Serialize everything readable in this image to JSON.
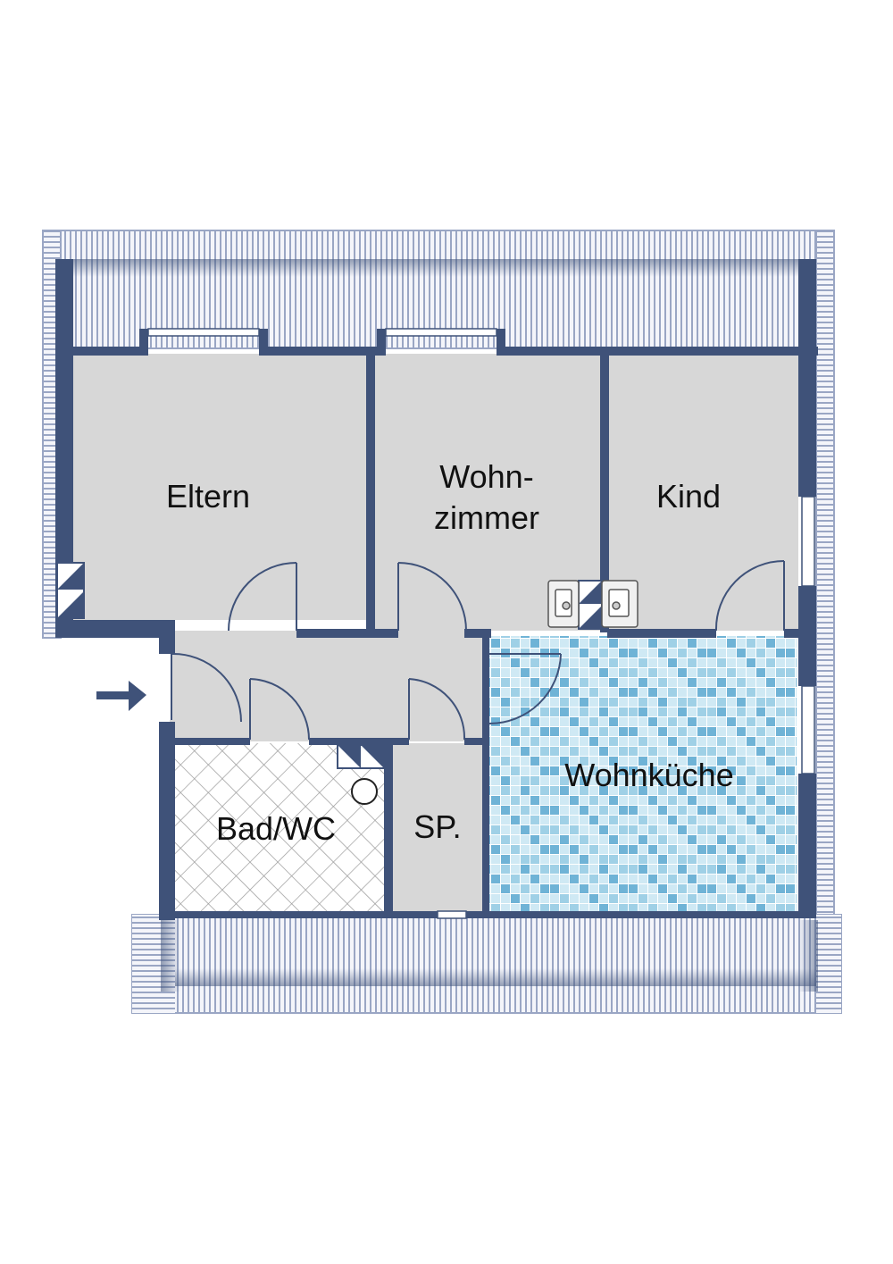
{
  "rooms": {
    "eltern": "Eltern",
    "wohnzimmer_line1": "Wohn-",
    "wohnzimmer_line2": "zimmer",
    "kind": "Kind",
    "wohnkueche": "Wohnküche",
    "bad": "Bad/WC",
    "speisekammer": "SP."
  },
  "colors": {
    "wall": "#3f5279",
    "floor": "#d7d7d7",
    "roof_stripe": "#9aa6c4",
    "roof_bg": "#f4f5fa",
    "tile_light": "#cfe9f4",
    "tile_mid": "#9fd0e6",
    "tile_dark": "#6fb3d6",
    "bath_grid": "#9c9c9c"
  },
  "icons": {
    "entrance": "arrow-right-icon",
    "chimney": "chimney-icon",
    "shower": "shower-drain-icon",
    "heater": "heater-icon"
  }
}
